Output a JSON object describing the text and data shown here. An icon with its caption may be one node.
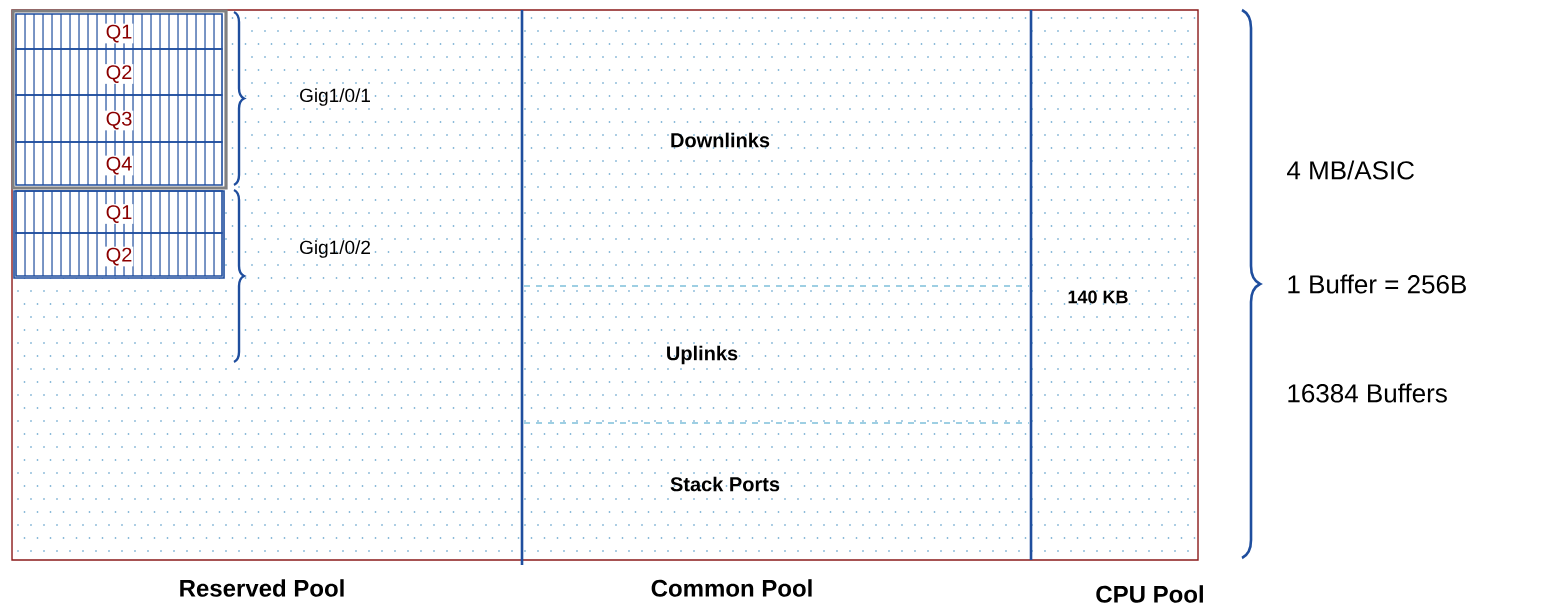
{
  "diagram": {
    "nodes": [
      {
        "text": [],
        "shape": "box"
      },
      {
        "text": [],
        "shape": "box",
        "in": 0
      },
      {
        "text": [
          "Q1"
        ],
        "in": 1
      },
      {
        "text": [
          "Q2"
        ],
        "in": 1
      },
      {
        "text": [
          "Q3"
        ],
        "in": 1
      },
      {
        "text": [
          "Q4"
        ],
        "in": 1
      },
      {
        "text": [],
        "shape": "box",
        "in": 0
      },
      {
        "text": [
          "Q1"
        ],
        "in": 6
      },
      {
        "text": [
          "Q2"
        ],
        "in": 6
      }
    ],
    "edges": [],
    "labels": [
      "Gig1/0/1",
      "Downlinks",
      "4 MB/ASIC",
      "Gig1/0/2",
      "140 KB",
      "1 Buffer = 256B",
      "Uplinks",
      "16384 Buffers",
      "Stack Ports",
      "Reserved Pool",
      "Common Pool",
      "CPU Pool"
    ]
  }
}
